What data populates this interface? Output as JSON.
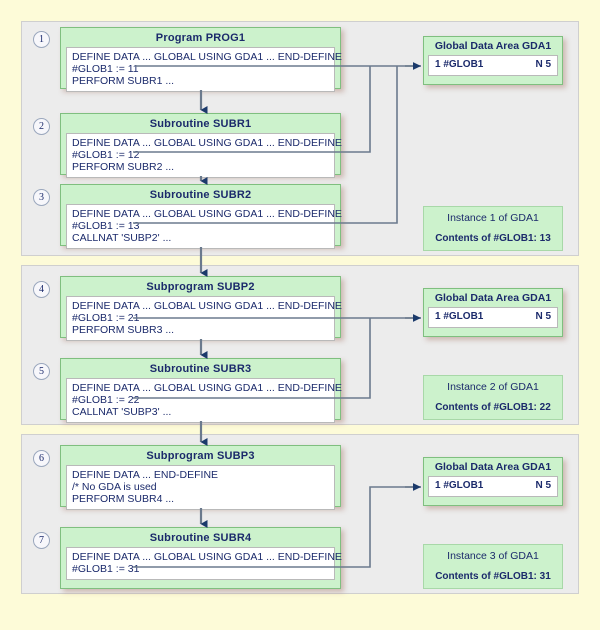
{
  "page": {
    "background_color": "#fdfbd8",
    "panel_color": "#ececec",
    "box_fill": "#ccf2cc",
    "text_color": "#1b2a6b",
    "connector_color": "#6b7a8d"
  },
  "groups": [
    {
      "id": "group-1",
      "steps": [
        "1",
        "2",
        "3"
      ],
      "modules": [
        {
          "num": "1",
          "title": "Program PROG1",
          "lines": [
            "DEFINE DATA ... GLOBAL USING GDA1 ... END-DEFINE",
            "#GLOB1 := 11",
            "PERFORM SUBR1 ..."
          ]
        },
        {
          "num": "2",
          "title": "Subroutine SUBR1",
          "lines": [
            "DEFINE DATA ... GLOBAL USING GDA1 ... END-DEFINE",
            "#GLOB1 := 12",
            "PERFORM SUBR2 ..."
          ]
        },
        {
          "num": "3",
          "title": "Subroutine SUBR2",
          "lines": [
            "DEFINE DATA ... GLOBAL USING GDA1 ... END-DEFINE",
            "#GLOB1 := 13",
            "CALLNAT 'SUBP2' ..."
          ]
        }
      ],
      "gda": {
        "title": "Global Data Area GDA1",
        "field": "1 #GLOB1",
        "format": "N 5"
      },
      "instance": {
        "title": "Instance 1 of GDA1",
        "contents": "Contents of #GLOB1: 13"
      }
    },
    {
      "id": "group-2",
      "steps": [
        "4",
        "5"
      ],
      "modules": [
        {
          "num": "4",
          "title": "Subprogram SUBP2",
          "lines": [
            "DEFINE DATA ... GLOBAL USING GDA1 ... END-DEFINE",
            "#GLOB1 := 21",
            "PERFORM SUBR3 ..."
          ]
        },
        {
          "num": "5",
          "title": "Subroutine SUBR3",
          "lines": [
            "DEFINE DATA ... GLOBAL USING GDA1 ... END-DEFINE",
            "#GLOB1 := 22",
            "CALLNAT 'SUBP3' ..."
          ]
        }
      ],
      "gda": {
        "title": "Global Data Area GDA1",
        "field": "1 #GLOB1",
        "format": "N 5"
      },
      "instance": {
        "title": "Instance 2 of GDA1",
        "contents": "Contents of #GLOB1: 22"
      }
    },
    {
      "id": "group-3",
      "steps": [
        "6",
        "7"
      ],
      "modules": [
        {
          "num": "6",
          "title": "Subprogram SUBP3",
          "lines": [
            "DEFINE DATA ... END-DEFINE",
            "/* No GDA is used",
            "PERFORM SUBR4 ..."
          ]
        },
        {
          "num": "7",
          "title": "Subroutine SUBR4",
          "lines": [
            "DEFINE DATA ... GLOBAL USING GDA1 ... END-DEFINE",
            "#GLOB1 := 31",
            ""
          ]
        }
      ],
      "gda": {
        "title": "Global Data Area GDA1",
        "field": "1 #GLOB1",
        "format": "N 5"
      },
      "instance": {
        "title": "Instance 3 of GDA1",
        "contents": "Contents of #GLOB1: 31"
      }
    }
  ]
}
